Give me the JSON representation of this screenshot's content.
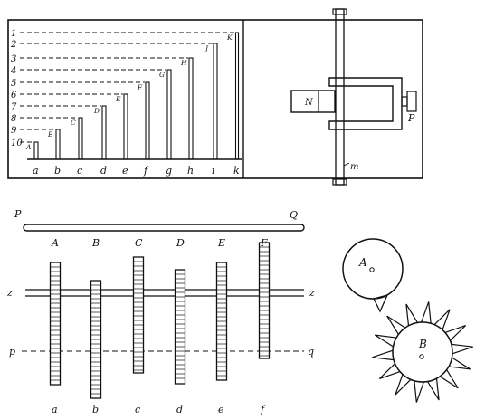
{
  "top_panel": {
    "row_numbers": [
      "1",
      "2",
      "3",
      "4",
      "5",
      "6",
      "7",
      "8",
      "9",
      "10"
    ],
    "rod_labels": [
      "a",
      "b",
      "c",
      "d",
      "e",
      "f",
      "g",
      "h",
      "i",
      "k"
    ],
    "rod_tip_labels": [
      "A",
      "B",
      "C",
      "D",
      "E",
      "F",
      "G",
      "H",
      "J",
      "K"
    ],
    "magnet_label": "N",
    "screw_label": "P",
    "pivot_label": "m"
  },
  "middle": {
    "bar_left_label": "P",
    "bar_right_label": "Q",
    "upper_labels": [
      "A",
      "B",
      "C",
      "D",
      "E",
      "F"
    ],
    "lower_labels": [
      "a",
      "b",
      "c",
      "d",
      "e",
      "f"
    ],
    "axis_z_left": "z",
    "axis_z_right": "z",
    "axis_p": "p",
    "axis_q": "q"
  },
  "circles": {
    "a_label": "A",
    "b_label": "B"
  }
}
